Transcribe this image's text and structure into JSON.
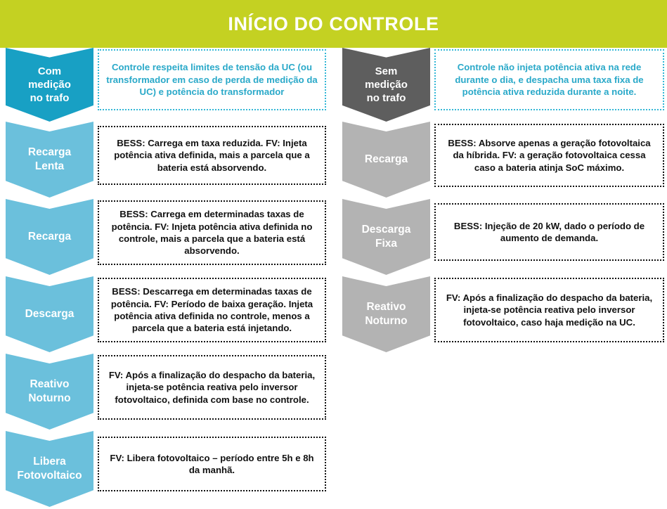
{
  "banner": {
    "title": "INÍCIO DO CONTROLE",
    "color": "#c4d122"
  },
  "colors": {
    "banner_green": "#c4d122",
    "chevron_teal": "#18a0c4",
    "chevron_blue": "#6bc0dc",
    "chevron_dark_gray": "#5e5e5e",
    "chevron_light_gray": "#b3b3b3",
    "cyan_text": "#2aa9c9",
    "dark_text": "#111111"
  },
  "left_column": {
    "rows": [
      {
        "label": "Com\nmedição\nno trafo",
        "description": "Controle respeita limites de tensão da UC (ou transformador em caso de perda de medição da UC) e potência do transformador"
      },
      {
        "label": "Recarga\nLenta",
        "description": "BESS: Carrega em taxa reduzida. FV: Injeta potência ativa definida, mais a parcela que a bateria está absorvendo."
      },
      {
        "label": "Recarga",
        "description": "BESS: Carrega em determinadas taxas de potência. FV: Injeta potência ativa definida no controle, mais a parcela que a bateria está absorvendo."
      },
      {
        "label": "Descarga",
        "description": "BESS: Descarrega em determinadas taxas de potência. FV: Período de baixa geração. Injeta potência ativa definida no controle, menos a parcela que a bateria está injetando."
      },
      {
        "label": "Reativo\nNoturno",
        "description": "FV: Após a finalização do despacho da bateria, injeta-se potência reativa pelo inversor fotovoltaico, definida com base no controle."
      },
      {
        "label": "Libera\nFotovoltaico",
        "description": "FV: Libera fotovoltaico – período entre 5h e 8h da manhã."
      }
    ]
  },
  "right_column": {
    "rows": [
      {
        "label": "Sem\nmedição\nno trafo",
        "description": "Controle não injeta potência ativa na rede durante o dia, e despacha uma taxa fixa de potência ativa reduzida durante a noite."
      },
      {
        "label": "Recarga",
        "description": "BESS: Absorve apenas a geração fotovoltaica da híbrida. FV: a geração fotovoltaica cessa caso a bateria atinja SoC máximo."
      },
      {
        "label": "Descarga\nFixa",
        "description": "BESS: Injeção de 20 kW, dado o período de aumento de demanda."
      },
      {
        "label": "Reativo\nNoturno",
        "description": "FV: Após a finalização do despacho da bateria, injeta-se potência reativa pelo inversor fotovoltaico, caso haja medição na UC."
      }
    ]
  }
}
